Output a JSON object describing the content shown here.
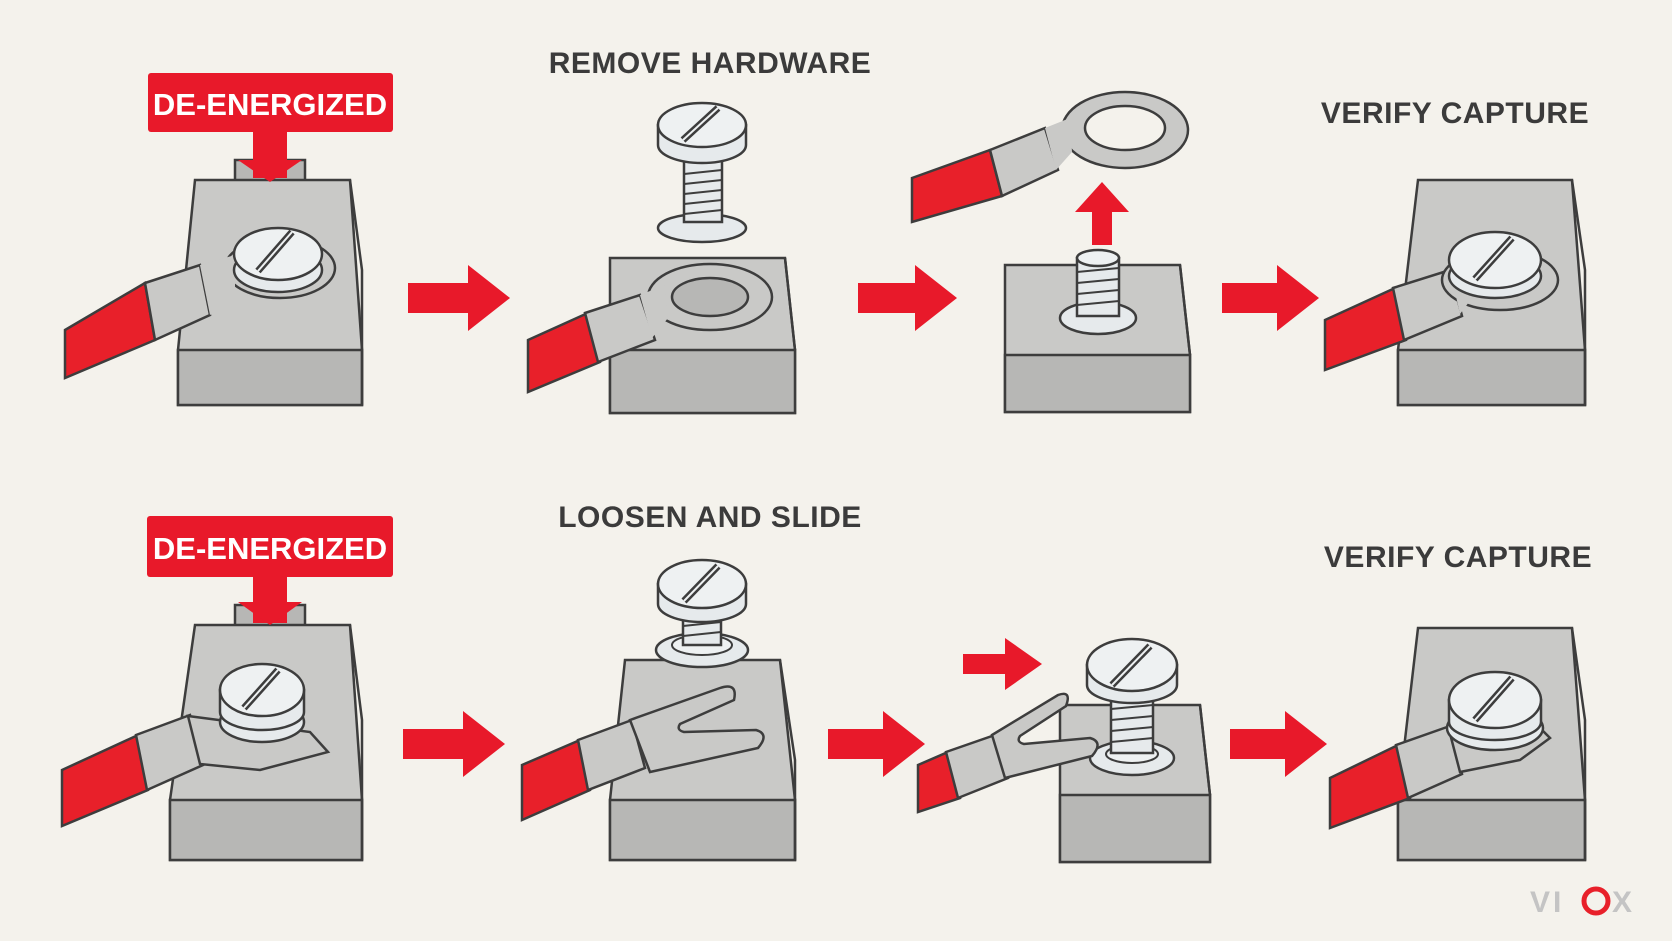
{
  "labels": {
    "tag": "DE-ENERGIZED",
    "row1_step2": "REMOVE HARDWARE",
    "row1_step4": "VERIFY CAPTURE",
    "row2_step2": "LOOSEN AND SLIDE",
    "row2_step4": "VERIFY CAPTURE"
  },
  "logo": {
    "part1": "VI",
    "part2": "X"
  },
  "colors": {
    "background": "#f4f2ec",
    "wire_red": "#e8202a",
    "arrow_red": "#e8192a",
    "block_top": "#c9c9c7",
    "block_front": "#b7b7b5",
    "outline": "#3d3d3d",
    "metal_light": "#e6eaec",
    "logo_gray": "#c4c4c4",
    "logo_red": "#e8202a"
  }
}
